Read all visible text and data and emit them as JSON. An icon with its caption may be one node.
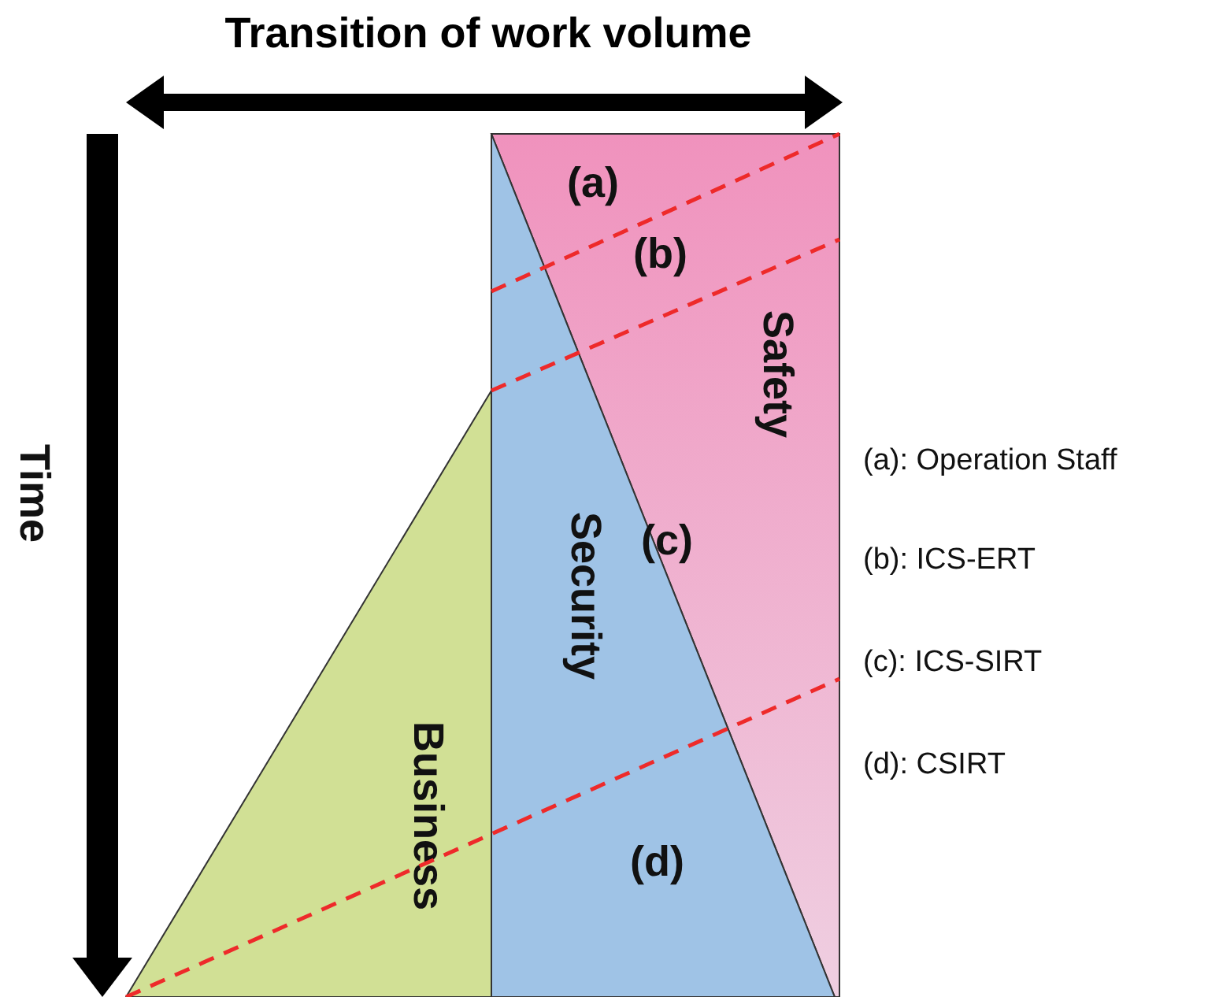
{
  "diagram": {
    "title": "Transition of work volume",
    "nodes": [
      {
        "text": [
          "Safety"
        ]
      },
      {
        "text": [
          "Security"
        ]
      },
      {
        "text": [
          "Business"
        ]
      }
    ],
    "labels": [
      "Time",
      "(a)",
      "(b)",
      "(c)",
      "(d)",
      "(a): Operation Staff",
      "(b): ICS-ERT",
      "(c): ICS-SIRT",
      "(d): CSIRT"
    ]
  }
}
